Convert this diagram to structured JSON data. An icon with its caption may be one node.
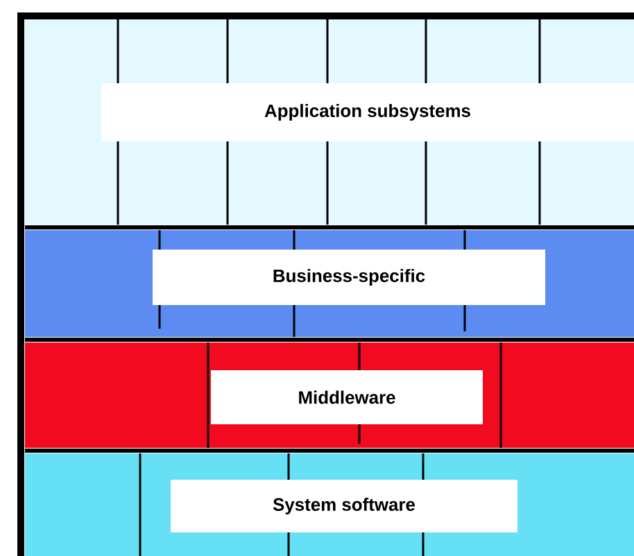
{
  "diagram": {
    "nodes": [
      {
        "text": [
          "Application subsystems"
        ]
      },
      {
        "text": [
          "Business-specific"
        ]
      },
      {
        "text": [
          "Middleware"
        ]
      },
      {
        "text": [
          "System software"
        ]
      }
    ]
  }
}
